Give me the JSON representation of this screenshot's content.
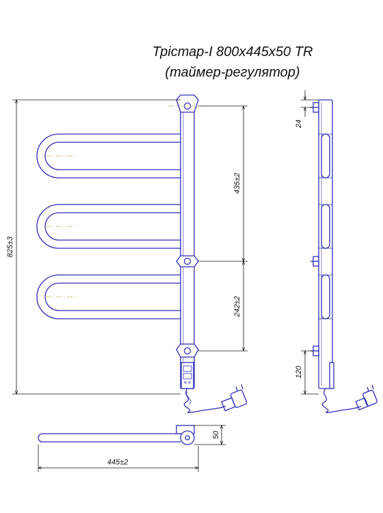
{
  "title": {
    "line1": "Трістар-І 800х445х50 TR",
    "line2": "(таймер-регулятор)"
  },
  "dimensions": {
    "overall_height": "825±3",
    "top_spacing": "435±2",
    "bottom_spacing": "242±2",
    "width": "445±2",
    "depth": "50",
    "side_top_offset": "24",
    "side_bottom_offset": "120"
  },
  "colors": {
    "pipe_outline": "#2b2bb8",
    "dimension_line": "#111111",
    "center_line": "#c8b45a"
  }
}
